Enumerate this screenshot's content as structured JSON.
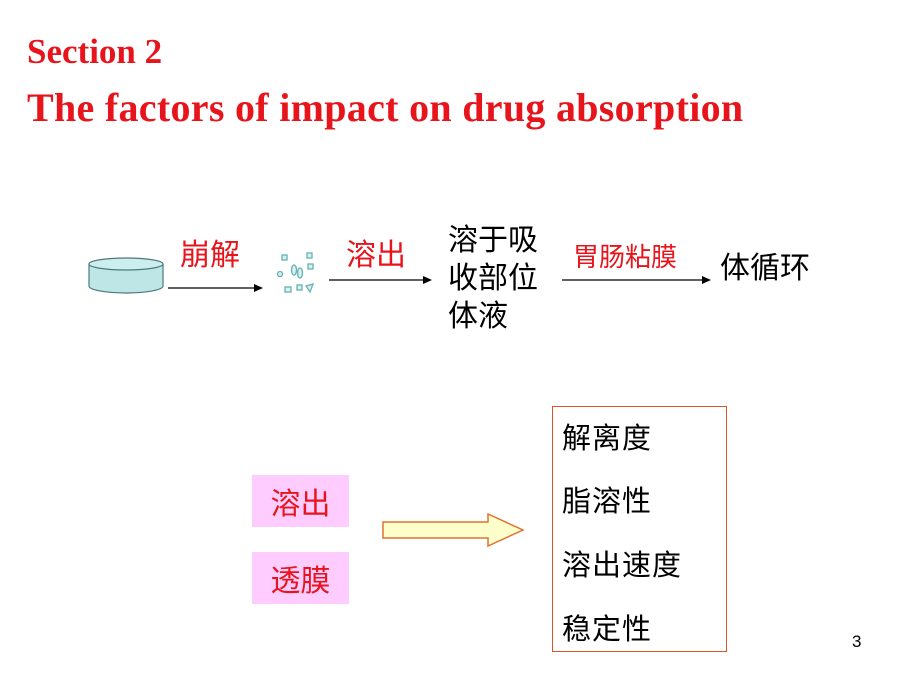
{
  "title": {
    "line1": "Section 2",
    "line2": "The factors of impact on drug absorption"
  },
  "flow": {
    "step1_label": "崩解",
    "step2_label": "溶出",
    "site_line1": "溶于吸",
    "site_line2": "收部位",
    "site_line3": "体液",
    "step3_label": "胃肠粘膜",
    "result": "体循环"
  },
  "factors": {
    "process1": "溶出",
    "process2": "透膜",
    "items": [
      "解离度",
      "脂溶性",
      "溶出速度",
      "稳定性"
    ]
  },
  "page_number": "3",
  "colors": {
    "accent_red": "#e8141c",
    "tablet_fill": "#bfe6e6",
    "particle_color": "#66b2b2",
    "pink_box": "#ffccff",
    "big_arrow_fill": "#ffffcc",
    "big_arrow_stroke": "#e07030",
    "list_border": "#d9552a"
  }
}
